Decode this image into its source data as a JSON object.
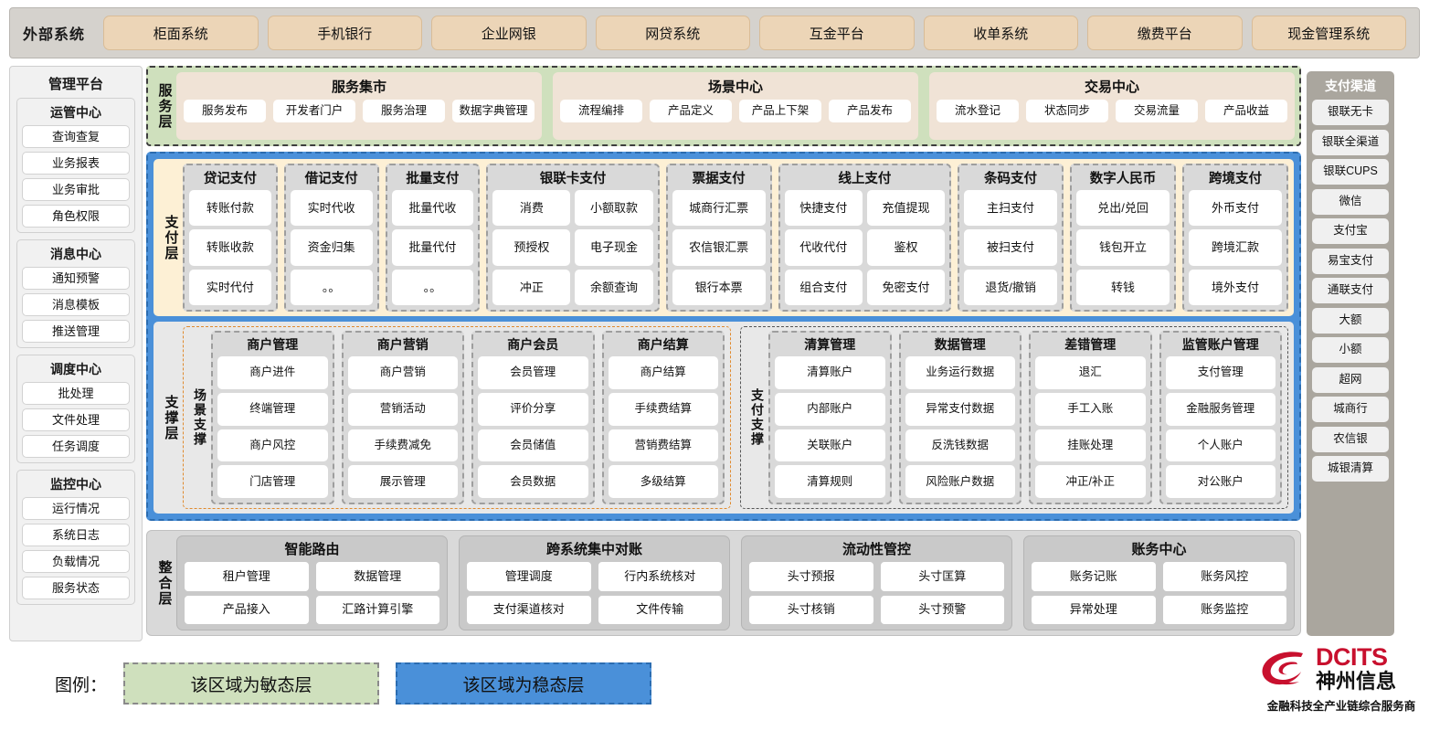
{
  "external": {
    "title": "外部系统",
    "items": [
      "柜面系统",
      "手机银行",
      "企业网银",
      "网贷系统",
      "互金平台",
      "收单系统",
      "缴费平台",
      "现金管理系统"
    ]
  },
  "mgmt": {
    "title": "管理平台",
    "groups": [
      {
        "title": "运管中心",
        "items": [
          "查询查复",
          "业务报表",
          "业务审批",
          "角色权限"
        ]
      },
      {
        "title": "消息中心",
        "items": [
          "通知预警",
          "消息模板",
          "推送管理"
        ]
      },
      {
        "title": "调度中心",
        "items": [
          "批处理",
          "文件处理",
          "任务调度"
        ]
      },
      {
        "title": "监控中心",
        "items": [
          "运行情况",
          "系统日志",
          "负载情况",
          "服务状态"
        ]
      }
    ]
  },
  "channels": {
    "title": "支付渠道",
    "items": [
      "银联无卡",
      "银联全渠道",
      "银联CUPS",
      "微信",
      "支付宝",
      "易宝支付",
      "通联支付",
      "大额",
      "小额",
      "超网",
      "城商行",
      "农信银",
      "城银清算"
    ]
  },
  "service_layer": {
    "title": "服务层",
    "groups": [
      {
        "title": "服务集市",
        "items": [
          "服务发布",
          "开发者门户",
          "服务治理",
          "数据字典管理"
        ]
      },
      {
        "title": "场景中心",
        "items": [
          "流程编排",
          "产品定义",
          "产品上下架",
          "产品发布"
        ]
      },
      {
        "title": "交易中心",
        "items": [
          "流水登记",
          "状态同步",
          "交易流量",
          "产品收益"
        ]
      }
    ]
  },
  "payment_layer": {
    "title": "支付层",
    "columns": [
      {
        "title": "贷记支付",
        "cols": 1,
        "width": 88,
        "rows": [
          [
            "转账付款"
          ],
          [
            "转账收款"
          ],
          [
            "实时代付"
          ]
        ]
      },
      {
        "title": "借记支付",
        "cols": 1,
        "width": 88,
        "rows": [
          [
            "实时代收"
          ],
          [
            "资金归集"
          ],
          [
            "。。"
          ]
        ]
      },
      {
        "title": "批量支付",
        "cols": 1,
        "width": 88,
        "rows": [
          [
            "批量代收"
          ],
          [
            "批量代付"
          ],
          [
            "。。"
          ]
        ]
      },
      {
        "title": "银联卡支付",
        "cols": 2,
        "width": 172,
        "rows": [
          [
            "消费",
            "小额取款"
          ],
          [
            "预授权",
            "电子现金"
          ],
          [
            "冲正",
            "余额查询"
          ]
        ]
      },
      {
        "title": "票据支付",
        "cols": 1,
        "width": 100,
        "rows": [
          [
            "城商行汇票"
          ],
          [
            "农信银汇票"
          ],
          [
            "银行本票"
          ]
        ]
      },
      {
        "title": "线上支付",
        "cols": 2,
        "width": 172,
        "rows": [
          [
            "快捷支付",
            "充值提现"
          ],
          [
            "代收代付",
            "鉴权"
          ],
          [
            "组合支付",
            "免密支付"
          ]
        ]
      },
      {
        "title": "条码支付",
        "cols": 1,
        "width": 100,
        "rows": [
          [
            "主扫支付"
          ],
          [
            "被扫支付"
          ],
          [
            "退货/撤销"
          ]
        ]
      },
      {
        "title": "数字人民币",
        "cols": 1,
        "width": 100,
        "rows": [
          [
            "兑出/兑回"
          ],
          [
            "钱包开立"
          ],
          [
            "转钱"
          ]
        ]
      },
      {
        "title": "跨境支付",
        "cols": 1,
        "width": 100,
        "rows": [
          [
            "外币支付"
          ],
          [
            "跨境汇款"
          ],
          [
            "境外支付"
          ]
        ]
      }
    ]
  },
  "support_layer": {
    "title": "支撑层",
    "blocks": [
      {
        "title": "场景支撑",
        "style": "scene",
        "columns": [
          {
            "title": "商户管理",
            "items": [
              "商户进件",
              "终端管理",
              "商户风控",
              "门店管理"
            ]
          },
          {
            "title": "商户营销",
            "items": [
              "商户营销",
              "营销活动",
              "手续费减免",
              "展示管理"
            ]
          },
          {
            "title": "商户会员",
            "items": [
              "会员管理",
              "评价分享",
              "会员储值",
              "会员数据"
            ]
          },
          {
            "title": "商户结算",
            "items": [
              "商户结算",
              "手续费结算",
              "营销费结算",
              "多级结算"
            ]
          }
        ]
      },
      {
        "title": "支付支撑",
        "style": "paysup",
        "columns": [
          {
            "title": "清算管理",
            "items": [
              "清算账户",
              "内部账户",
              "关联账户",
              "清算规则"
            ]
          },
          {
            "title": "数据管理",
            "items": [
              "业务运行数据",
              "异常支付数据",
              "反洗钱数据",
              "风险账户数据"
            ]
          },
          {
            "title": "差错管理",
            "items": [
              "退汇",
              "手工入账",
              "挂账处理",
              "冲正/补正"
            ]
          },
          {
            "title": "监管账户管理",
            "items": [
              "支付管理",
              "金融服务管理",
              "个人账户",
              "对公账户"
            ]
          }
        ]
      }
    ]
  },
  "integration_layer": {
    "title": "整合层",
    "groups": [
      {
        "title": "智能路由",
        "rows": [
          [
            "租户管理",
            "数据管理"
          ],
          [
            "产品接入",
            "汇路计算引擎"
          ]
        ]
      },
      {
        "title": "跨系统集中对账",
        "rows": [
          [
            "管理调度",
            "行内系统核对"
          ],
          [
            "支付渠道核对",
            "文件传输"
          ]
        ]
      },
      {
        "title": "流动性管控",
        "rows": [
          [
            "头寸预报",
            "头寸匡算"
          ],
          [
            "头寸核销",
            "头寸预警"
          ]
        ]
      },
      {
        "title": "账务中心",
        "rows": [
          [
            "账务记账",
            "账务风控"
          ],
          [
            "异常处理",
            "账务监控"
          ]
        ]
      }
    ]
  },
  "legend": {
    "label": "图例：",
    "agile": "该区域为敏态层",
    "stable": "该区域为稳态层"
  },
  "logo": {
    "en": "DCITS",
    "cn": "神州信息",
    "tagline": "金融科技全产业链综合服务商"
  },
  "colors": {
    "agile_green": "#cfe0bd",
    "stable_blue": "#4a90d9",
    "external_chip": "#ecd5b7",
    "payment_cream": "#fdf0d5",
    "brand_red": "#c8102e"
  }
}
